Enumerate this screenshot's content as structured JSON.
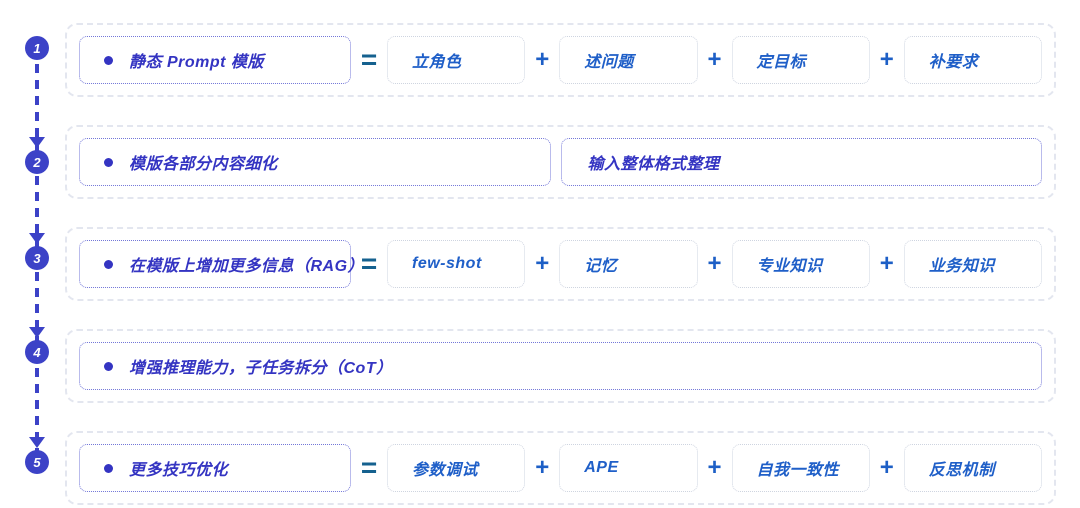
{
  "operators": {
    "equals": "=",
    "plus": "+"
  },
  "timeline": {
    "steps": [
      "1",
      "2",
      "3",
      "4",
      "5"
    ]
  },
  "rows": [
    {
      "label": "静态 Prompt 模版",
      "items": [
        "立角色",
        "述问题",
        "定目标",
        "补要求"
      ]
    },
    {
      "label": "模版各部分内容细化",
      "second_label": "输入整体格式整理"
    },
    {
      "label": "在模版上增加更多信息（RAG）",
      "items": [
        "few-shot",
        "记忆",
        "专业知识",
        "业务知识"
      ]
    },
    {
      "label": "增强推理能力，子任务拆分（CoT）"
    },
    {
      "label": "更多技巧优化",
      "items": [
        "参数调试",
        "APE",
        "自我一致性",
        "反思机制"
      ]
    }
  ],
  "colors": {
    "indigo_accent": "#3c42c7",
    "label_indigo": "#3434c2",
    "item_blue": "#1f5fc8",
    "equals_teal": "#15618f",
    "plus_blue": "#1d5fc6",
    "row_border": "#e3e6ef",
    "item_border": "#ced4e0",
    "label_border": "#7377d8"
  }
}
